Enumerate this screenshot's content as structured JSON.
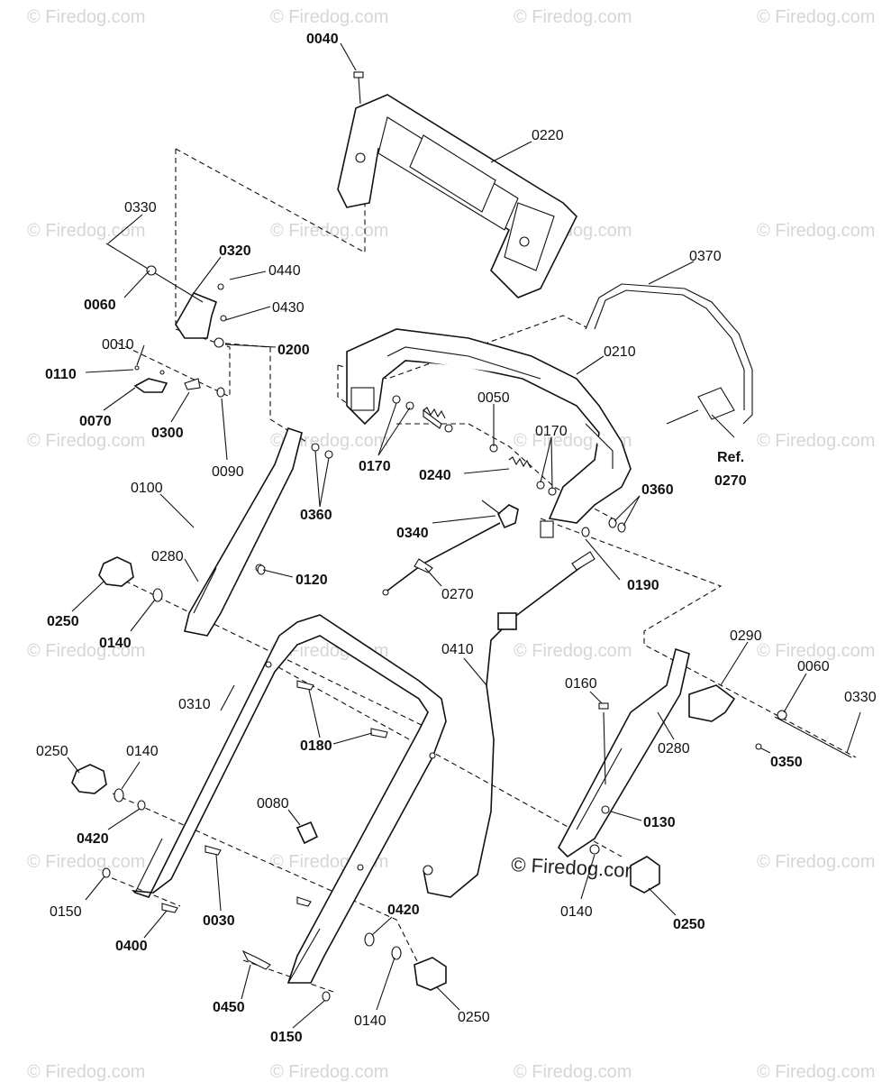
{
  "watermark_text": "© Firedog.com",
  "watermark_center": "© Firedog.com",
  "labels": {
    "p0040": "0040",
    "p0220": "0220",
    "p0330a": "0330",
    "p0320": "0320",
    "p0440": "0440",
    "p0060a": "0060",
    "p0430": "0430",
    "p0200": "0200",
    "p0010": "0010",
    "p0110": "0110",
    "p0070": "0070",
    "p0300": "0300",
    "p0090": "0090",
    "p0370": "0370",
    "p0210": "0210",
    "p0050": "0050",
    "p0170a": "0170",
    "p0170b": "0170",
    "p0240": "0240",
    "ref": "Ref.",
    "p0270ref": "0270",
    "p0360a": "0360",
    "p0360b": "0360",
    "p0340": "0340",
    "p0270": "0270",
    "p0190": "0190",
    "p0100": "0100",
    "p0280a": "0280",
    "p0120": "0120",
    "p0250a": "0250",
    "p0140a": "0140",
    "p0410": "0410",
    "p0290": "0290",
    "p0060b": "0060",
    "p0330b": "0330",
    "p0160": "0160",
    "p0280b": "0280",
    "p0350": "0350",
    "p0310": "0310",
    "p0180": "0180",
    "p0250b": "0250",
    "p0140b": "0140",
    "p0080": "0080",
    "p0420a": "0420",
    "p0130": "0130",
    "p0150a": "0150",
    "p0030": "0030",
    "p0140c": "0140",
    "p0250c": "0250",
    "p0400": "0400",
    "p0420b": "0420",
    "p0450": "0450",
    "p0140d": "0140",
    "p0250d": "0250",
    "p0150b": "0150"
  }
}
